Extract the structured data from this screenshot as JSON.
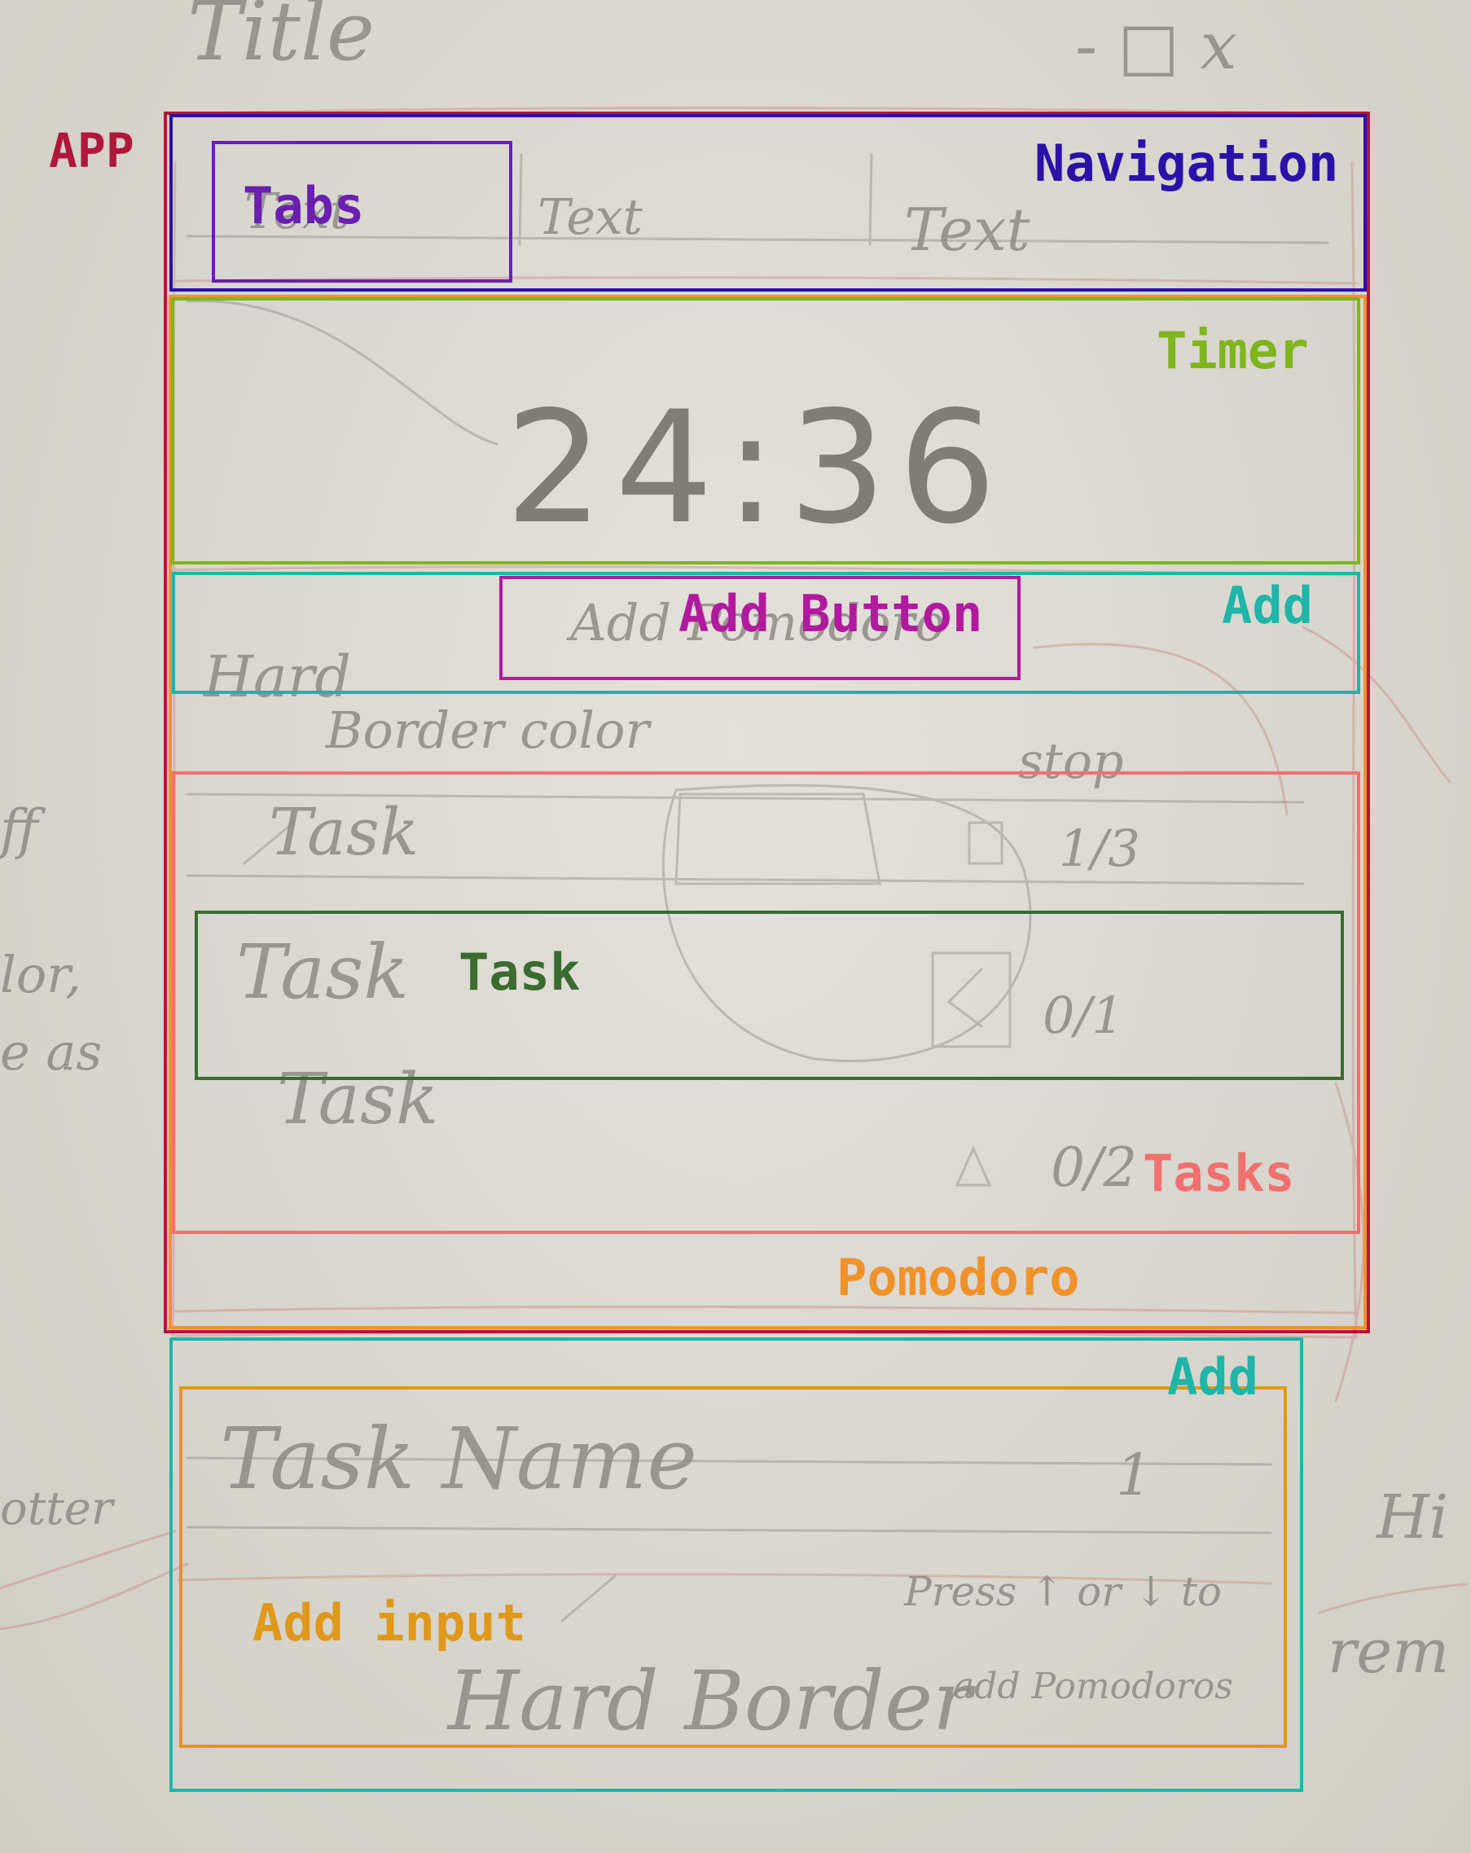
{
  "sketch": {
    "title": "Title",
    "window_controls": "- □ x",
    "tabs": [
      "Text",
      "Text",
      "Text"
    ],
    "timer_value": "24:36",
    "add_button": "Add Pomodoro",
    "notes": {
      "hard": "Hard",
      "border_color": "Border color",
      "stop": "stop",
      "ff": "ff",
      "lor": "lor,",
      "e_as": "e as",
      "potter": "otter",
      "hi": "Hi",
      "rem": "rem",
      "hard_border": "Hard Border",
      "press_hint_1": "Press ↑ or ↓ to",
      "press_hint_2": "add Pomodoros",
      "task_name": "Task Name",
      "task_name_count": "1"
    },
    "tasks": [
      {
        "name": "Task",
        "count": "1/3"
      },
      {
        "name": "Task",
        "count": "0/1"
      },
      {
        "name": "Task",
        "count": "0/2"
      }
    ]
  },
  "annotations": {
    "app": {
      "label": "APP",
      "color": "#b0183a"
    },
    "navigation": {
      "label": "Navigation",
      "color": "#2a12a8"
    },
    "tabs": {
      "label": "Tabs",
      "color": "#6a1fb0"
    },
    "timer": {
      "label": "Timer",
      "color": "#7fb51e"
    },
    "add": {
      "label": "Add",
      "color": "#1fb5a8"
    },
    "add_button": {
      "label": "Add Button",
      "color": "#b21a9e"
    },
    "tasks": {
      "label": "Tasks",
      "color": "#f07070"
    },
    "task": {
      "label": "Task",
      "color": "#3a6b2f"
    },
    "pomodoro": {
      "label": "Pomodoro",
      "color": "#f0922a"
    },
    "add_form": {
      "label": "Add",
      "color": "#1fb5a8"
    },
    "add_input": {
      "label": "Add input",
      "color": "#e0981a"
    }
  }
}
